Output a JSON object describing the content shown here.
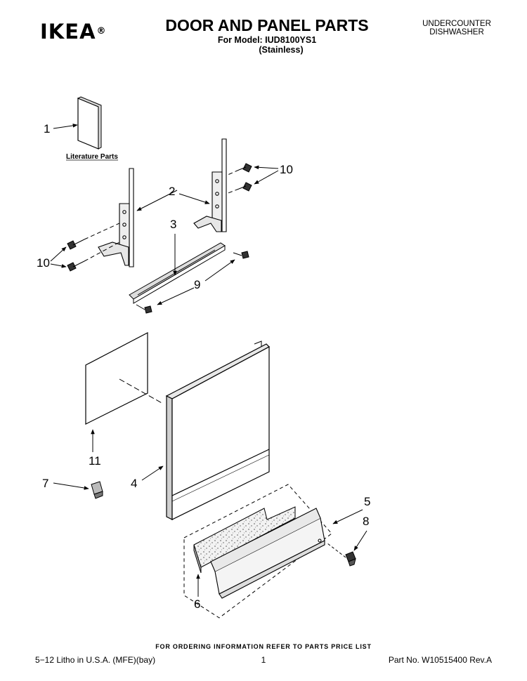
{
  "header": {
    "brand": "IKEA",
    "brand_mark": "®",
    "title": "DOOR AND PANEL PARTS",
    "model_line": "For Model: IUD8100YS1",
    "variant": "(Stainless)",
    "product_type_line1": "UNDERCOUNTER",
    "product_type_line2": "DISHWASHER"
  },
  "diagram": {
    "literature_label": "Literature Parts",
    "callouts": {
      "c1": "1",
      "c2": "2",
      "c3": "3",
      "c4": "4",
      "c5": "5",
      "c6": "6",
      "c7": "7",
      "c8": "8",
      "c9": "9",
      "c10a": "10",
      "c10b": "10",
      "c11": "11"
    }
  },
  "footer": {
    "ordering_info": "FOR ORDERING INFORMATION REFER TO PARTS PRICE LIST",
    "litho": "5−12 Litho in U.S.A. (MFE)(bay)",
    "page_number": "1",
    "part_number": "Part No. W10515400 Rev.A"
  }
}
